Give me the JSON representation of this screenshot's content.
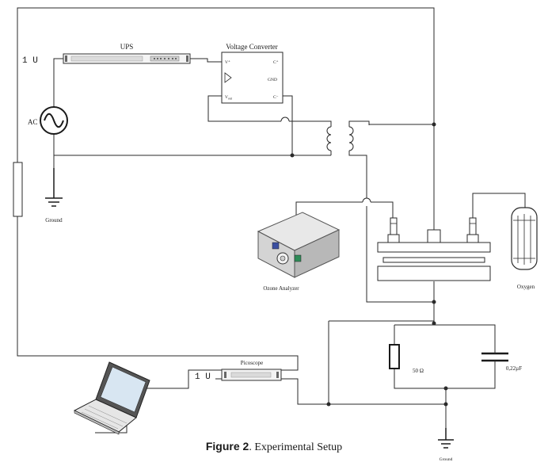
{
  "labels": {
    "ups": "UPS",
    "voltage_converter": "Voltage Converter",
    "vc_v_plus": "V⁺",
    "vc_c_plus": "C⁺",
    "vc_gnd": "GND",
    "vc_v_out": "V",
    "vc_v_out_sub": "out",
    "vc_c_minus": "C⁻",
    "one_u_top": "1 U",
    "ac": "AC",
    "ground_left": "Ground",
    "ozone_analyzer": "Ozone Analyzer",
    "oxygen": "Oxygen",
    "picoscope": "Picoscope",
    "one_u_bottom": "1 U",
    "resistor_value": "50 Ω",
    "capacitor_value": "0,22µF",
    "ground_bottom": "Ground"
  },
  "caption": {
    "prefix": "Figure 2",
    "text": ". Experimental Setup"
  },
  "icons": [
    "ac-source-icon",
    "ground-icon",
    "transformer-icon",
    "resistor-icon",
    "capacitor-icon",
    "laptop-icon",
    "ozone-analyzer-icon",
    "oxygen-cylinder-icon",
    "rack-unit-icon"
  ]
}
